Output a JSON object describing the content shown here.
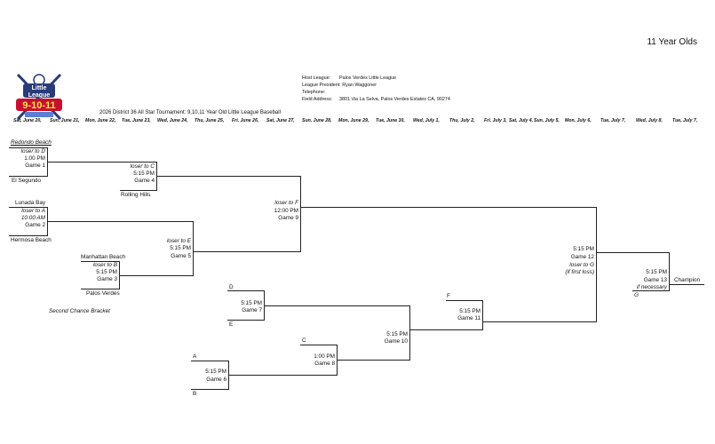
{
  "age_group": "11 Year Olds",
  "logo": {
    "line1": "Little",
    "line2": "League",
    "line3": "9-10-11"
  },
  "header_info": [
    {
      "label": "Host League:",
      "value": "Palos Verdes Little League"
    },
    {
      "label": "League President: Ryan Waggoner",
      "value": ""
    },
    {
      "label": "Telephone:",
      "value": ""
    },
    {
      "label": "Field Address:",
      "value": "3801 Via La Selva, Palos Verdes Estates CA, 90274"
    }
  ],
  "tournament_title": "2026 District 36 All Star Tournament: 9,10,11  Year Old Little League Baseball",
  "dates": [
    "Sat, June 20,",
    "Sun, June 21,",
    "Mon, June 22,",
    "Tue, June 23,",
    "Wed, June 24,",
    "Thu, June 25,",
    "Fri, June 26,",
    "Sat, June 27,",
    "Sun, June 28,",
    "Mon, June 29,",
    "Tue, June 30,",
    "Wed, July 1,",
    "Thu, July 2,",
    "Fri, July 3,",
    "Sat, July 4,",
    "Sun, July 5,",
    "Mon, July 6,",
    "Tue, July 7,",
    "Wed, July 8,",
    "Tue, July 7,"
  ],
  "teams": {
    "redondo": "Redondo Beach",
    "el_segundo": "El Segundo",
    "rolling_hills": "Rolling Hills",
    "lunada_bay": "Lunada Bay",
    "hermosa": "Hermosa Beach",
    "manhattan": "Manhattan Beach",
    "palos_verdes": "Palos Verdes"
  },
  "games": {
    "g1": {
      "loser": "loser to D",
      "time": "1:00 PM",
      "label": "Game 1"
    },
    "g2": {
      "loser": "loser to A",
      "time": "10:00 AM",
      "label": "Game 2"
    },
    "g3": {
      "loser": "loser to B",
      "time": "5:15 PM",
      "label": "Game 3"
    },
    "g4": {
      "loser": "loser to C",
      "time": "5:15 PM",
      "label": "Game 4"
    },
    "g5": {
      "loser": "loser to E",
      "time": "5:15 PM",
      "label": "Game 5"
    },
    "g6": {
      "time": "5:15 PM",
      "label": "Game 6"
    },
    "g7": {
      "time": "5:15 PM",
      "label": "Game 7"
    },
    "g8": {
      "time": "1:00 PM",
      "label": "Game 8"
    },
    "g9": {
      "loser": "loser to F",
      "time": "12:00 PM",
      "label": "Game 9"
    },
    "g10": {
      "time": "5:15 PM",
      "label": "Game 10"
    },
    "g11": {
      "time": "5:15 PM",
      "label": "Game 11"
    },
    "g12": {
      "time": "5:15 PM",
      "label": "Game 12",
      "loser": "loser to G",
      "note": "(if first loss)"
    },
    "g13": {
      "time": "5:15 PM",
      "label": "Game 13",
      "note": "if necessary"
    }
  },
  "slots": {
    "a": "A",
    "b": "B",
    "c": "C",
    "d": "D",
    "e": "E",
    "f": "F",
    "g": "G"
  },
  "champion": "Champion",
  "second_chance": "Second Chance Bracket"
}
